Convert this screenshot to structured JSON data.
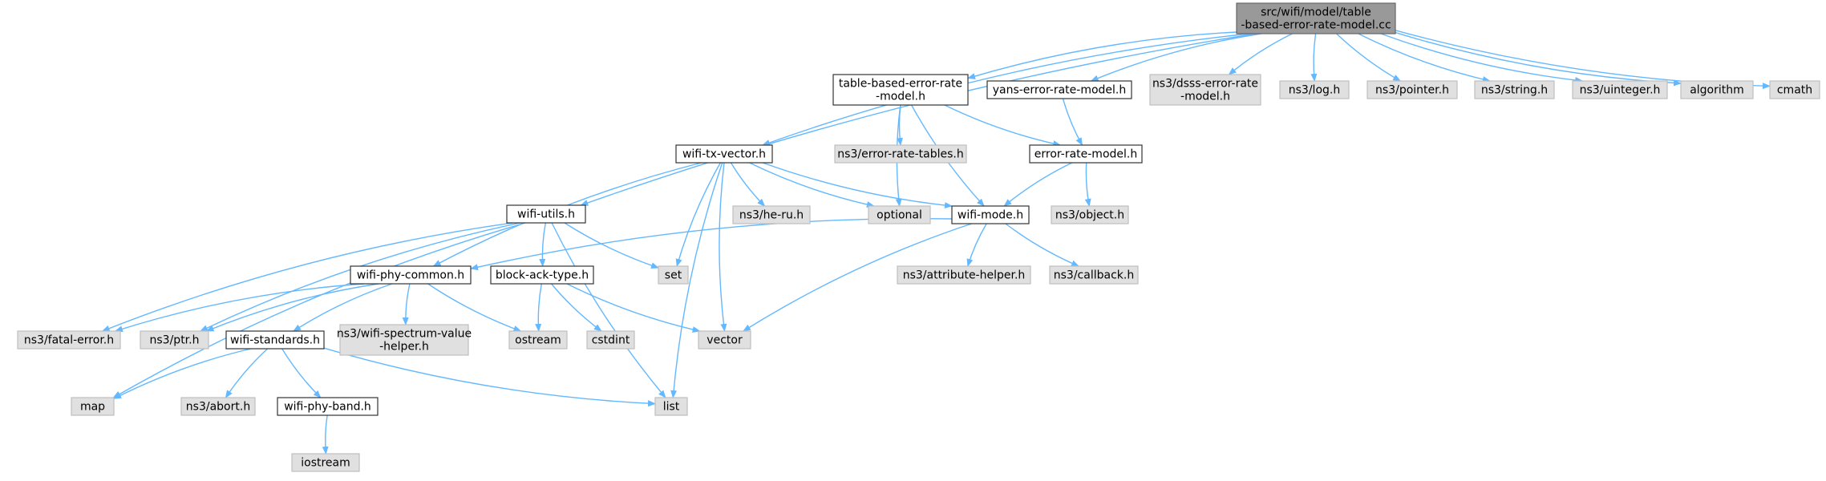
{
  "diagram": {
    "colors": {
      "edge": "#63b8ff",
      "root_fill": "#999999",
      "documented_fill": "#ffffff",
      "system_fill": "#e0e0e0"
    },
    "nodes": [
      {
        "id": "root",
        "kind": "root",
        "lines": [
          "src/wifi/model/table",
          "-based-error-rate-model.cc"
        ]
      },
      {
        "id": "wifi-utils",
        "kind": "doc",
        "lines": [
          "wifi-utils.h"
        ]
      },
      {
        "id": "wifi-tx-vector",
        "kind": "doc",
        "lines": [
          "wifi-tx-vector.h"
        ]
      },
      {
        "id": "table-based",
        "kind": "doc",
        "lines": [
          "table-based-error-rate",
          "-model.h"
        ]
      },
      {
        "id": "yans",
        "kind": "doc",
        "lines": [
          "yans-error-rate-model.h"
        ]
      },
      {
        "id": "dsss",
        "kind": "sys",
        "lines": [
          "ns3/dsss-error-rate",
          "-model.h"
        ]
      },
      {
        "id": "log",
        "kind": "sys",
        "lines": [
          "ns3/log.h"
        ]
      },
      {
        "id": "pointer",
        "kind": "sys",
        "lines": [
          "ns3/pointer.h"
        ]
      },
      {
        "id": "string",
        "kind": "sys",
        "lines": [
          "ns3/string.h"
        ]
      },
      {
        "id": "uinteger",
        "kind": "sys",
        "lines": [
          "ns3/uinteger.h"
        ]
      },
      {
        "id": "algorithm",
        "kind": "sys",
        "lines": [
          "algorithm"
        ]
      },
      {
        "id": "cmath",
        "kind": "sys",
        "lines": [
          "cmath"
        ]
      },
      {
        "id": "error-rate-tables",
        "kind": "sys",
        "lines": [
          "ns3/error-rate-tables.h"
        ]
      },
      {
        "id": "error-rate-model",
        "kind": "doc",
        "lines": [
          "error-rate-model.h"
        ]
      },
      {
        "id": "he-ru",
        "kind": "sys",
        "lines": [
          "ns3/he-ru.h"
        ]
      },
      {
        "id": "optional",
        "kind": "sys",
        "lines": [
          "optional"
        ]
      },
      {
        "id": "wifi-mode",
        "kind": "doc",
        "lines": [
          "wifi-mode.h"
        ]
      },
      {
        "id": "object",
        "kind": "sys",
        "lines": [
          "ns3/object.h"
        ]
      },
      {
        "id": "set",
        "kind": "sys",
        "lines": [
          "set"
        ]
      },
      {
        "id": "wifi-phy-common",
        "kind": "doc",
        "lines": [
          "wifi-phy-common.h"
        ]
      },
      {
        "id": "block-ack-type",
        "kind": "doc",
        "lines": [
          "block-ack-type.h"
        ]
      },
      {
        "id": "attribute-helper",
        "kind": "sys",
        "lines": [
          "ns3/attribute-helper.h"
        ]
      },
      {
        "id": "callback",
        "kind": "sys",
        "lines": [
          "ns3/callback.h"
        ]
      },
      {
        "id": "fatal-error",
        "kind": "sys",
        "lines": [
          "ns3/fatal-error.h"
        ]
      },
      {
        "id": "ptr",
        "kind": "sys",
        "lines": [
          "ns3/ptr.h"
        ]
      },
      {
        "id": "wifi-standards",
        "kind": "doc",
        "lines": [
          "wifi-standards.h"
        ]
      },
      {
        "id": "spectrum-value",
        "kind": "sys",
        "lines": [
          "ns3/wifi-spectrum-value",
          "-helper.h"
        ]
      },
      {
        "id": "ostream",
        "kind": "sys",
        "lines": [
          "ostream"
        ]
      },
      {
        "id": "cstdint",
        "kind": "sys",
        "lines": [
          "cstdint"
        ]
      },
      {
        "id": "vector",
        "kind": "sys",
        "lines": [
          "vector"
        ]
      },
      {
        "id": "map",
        "kind": "sys",
        "lines": [
          "map"
        ]
      },
      {
        "id": "abort",
        "kind": "sys",
        "lines": [
          "ns3/abort.h"
        ]
      },
      {
        "id": "wifi-phy-band",
        "kind": "doc",
        "lines": [
          "wifi-phy-band.h"
        ]
      },
      {
        "id": "list",
        "kind": "sys",
        "lines": [
          "list"
        ]
      },
      {
        "id": "iostream",
        "kind": "sys",
        "lines": [
          "iostream"
        ]
      }
    ],
    "edges": [
      [
        "root",
        "wifi-utils"
      ],
      [
        "root",
        "wifi-tx-vector"
      ],
      [
        "root",
        "table-based"
      ],
      [
        "root",
        "yans"
      ],
      [
        "root",
        "dsss"
      ],
      [
        "root",
        "log"
      ],
      [
        "root",
        "pointer"
      ],
      [
        "root",
        "string"
      ],
      [
        "root",
        "uinteger"
      ],
      [
        "root",
        "algorithm"
      ],
      [
        "root",
        "cmath"
      ],
      [
        "table-based",
        "optional"
      ],
      [
        "table-based",
        "error-rate-tables"
      ],
      [
        "table-based",
        "error-rate-model"
      ],
      [
        "table-based",
        "wifi-mode"
      ],
      [
        "yans",
        "error-rate-model"
      ],
      [
        "error-rate-model",
        "wifi-mode"
      ],
      [
        "error-rate-model",
        "object"
      ],
      [
        "wifi-tx-vector",
        "he-ru"
      ],
      [
        "wifi-tx-vector",
        "optional"
      ],
      [
        "wifi-tx-vector",
        "wifi-mode"
      ],
      [
        "wifi-tx-vector",
        "set"
      ],
      [
        "wifi-tx-vector",
        "vector"
      ],
      [
        "wifi-tx-vector",
        "list"
      ],
      [
        "wifi-tx-vector",
        "wifi-phy-common"
      ],
      [
        "wifi-mode",
        "wifi-phy-common"
      ],
      [
        "wifi-mode",
        "attribute-helper"
      ],
      [
        "wifi-mode",
        "callback"
      ],
      [
        "wifi-mode",
        "vector"
      ],
      [
        "wifi-utils",
        "set"
      ],
      [
        "wifi-utils",
        "block-ack-type"
      ],
      [
        "wifi-utils",
        "fatal-error"
      ],
      [
        "wifi-utils",
        "ptr"
      ],
      [
        "wifi-utils",
        "map"
      ],
      [
        "wifi-utils",
        "list"
      ],
      [
        "wifi-phy-common",
        "fatal-error"
      ],
      [
        "wifi-phy-common",
        "ptr"
      ],
      [
        "wifi-phy-common",
        "wifi-standards"
      ],
      [
        "wifi-phy-common",
        "spectrum-value"
      ],
      [
        "wifi-phy-common",
        "ostream"
      ],
      [
        "block-ack-type",
        "ostream"
      ],
      [
        "block-ack-type",
        "cstdint"
      ],
      [
        "block-ack-type",
        "vector"
      ],
      [
        "wifi-standards",
        "map"
      ],
      [
        "wifi-standards",
        "abort"
      ],
      [
        "wifi-standards",
        "wifi-phy-band"
      ],
      [
        "wifi-standards",
        "list"
      ],
      [
        "wifi-phy-band",
        "iostream"
      ]
    ]
  }
}
